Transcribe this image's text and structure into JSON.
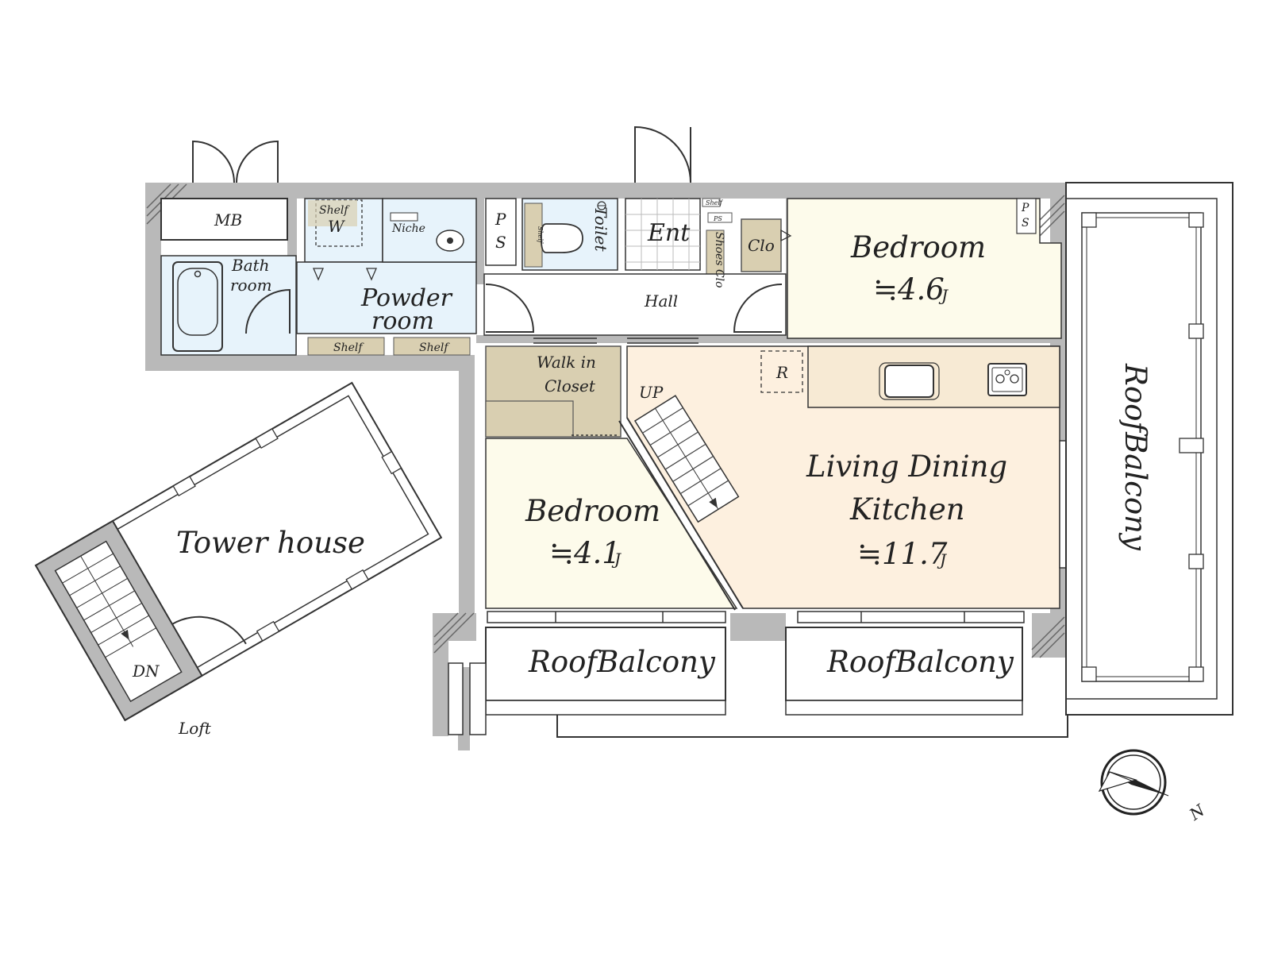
{
  "rooms": {
    "mb": "MB",
    "shelf_w": "Shelf",
    "w": "W",
    "bath": "Bath",
    "bath2": "room",
    "niche": "Niche",
    "powder": "Powder",
    "powder2": "room",
    "shelf_left": "Shelf",
    "shelf_right": "Shelf",
    "ps1_a": "P",
    "ps1_b": "S",
    "shelf_toilet": "Shelf",
    "toilet": "Toilet",
    "ent": "Ent",
    "shelf_ent": "Shelf",
    "ps_small": "PS",
    "shoes_clo": "Shoes Clo",
    "clo": "Clo",
    "hall": "Hall",
    "bedroom_ne": "Bedroom",
    "bedroom_ne_size": "≒4.6",
    "bedroom_ne_unit": "J",
    "ps2_a": "P",
    "ps2_b": "S",
    "walk_in_1": "Walk in",
    "walk_in_2": "Closet",
    "r_label": "R",
    "up": "UP",
    "ldk_1": "Living Dining",
    "ldk_2": "Kitchen",
    "ldk_size": "≒11.7",
    "ldk_unit": "J",
    "bedroom_s": "Bedroom",
    "bedroom_s_size": "≒4.1",
    "bedroom_s_unit": "J",
    "roof_balcony_1": "RoofBalcony",
    "roof_balcony_2": "RoofBalcony",
    "roof_balcony_3": "RoofBalcony",
    "tower": "Tower house",
    "dn": "DN",
    "loft": "Loft",
    "compass_n": "N"
  },
  "colors": {
    "wet_area": "#e7f3fb",
    "bedroom": "#fdfbeb",
    "ldk": "#fdf0df",
    "storage": "#d9cfb1",
    "wall": "#b9b9b9"
  }
}
